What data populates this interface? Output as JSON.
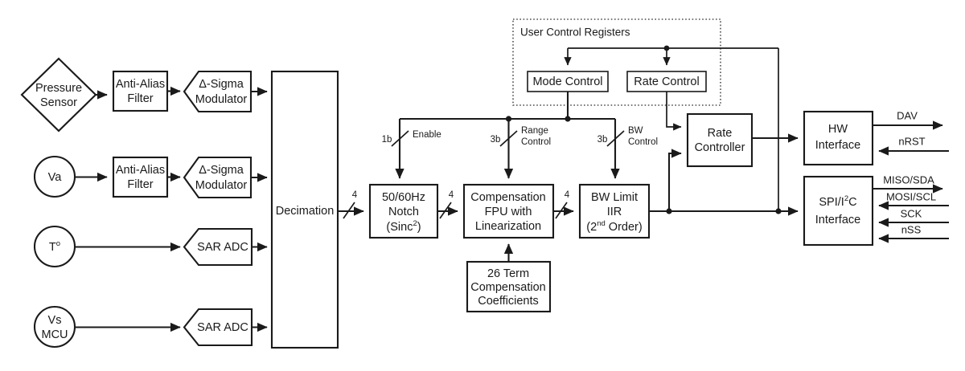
{
  "diagram": {
    "title": "Sensor signal conditioning block diagram",
    "colors": {
      "line": "#1a1a1a",
      "box_fill": "#ffffff",
      "group_border": "#4d4d4d",
      "background": "#ffffff"
    }
  },
  "sources": {
    "pressure_sensor": {
      "line1": "Pressure",
      "line2": "Sensor",
      "shape": "diamond"
    },
    "va": {
      "line1": "Va",
      "shape": "circle"
    },
    "temp": {
      "line1": "T",
      "sup": "o",
      "shape": "circle"
    },
    "vs_mcu": {
      "line1": "Vs",
      "line2": "MCU",
      "shape": "circle"
    }
  },
  "front_end": {
    "anti_alias_1": {
      "line1": "Anti-Alias",
      "line2": "Filter"
    },
    "anti_alias_2": {
      "line1": "Anti-Alias",
      "line2": "Filter"
    },
    "mod_1": {
      "line1": "Δ-Sigma",
      "line2": "Modulator"
    },
    "mod_2": {
      "line1": "Δ-Sigma",
      "line2": "Modulator"
    },
    "sar_adc_1": {
      "line1": "SAR ADC"
    },
    "sar_adc_2": {
      "line1": "SAR ADC"
    }
  },
  "pipeline": {
    "decimation": {
      "label": "Decimation"
    },
    "notch": {
      "line1": "50/60Hz",
      "line2": "Notch",
      "line3": "(Sinc",
      "line3_sup": "2",
      "line3_end": ")"
    },
    "compensation": {
      "line1": "Compensation",
      "line2": "FPU with",
      "line3": "Linearization"
    },
    "coefficients": {
      "line1": "26 Term",
      "line2": "Compensation",
      "line3": "Coefficients"
    },
    "bw_limit": {
      "line1": "BW Limit",
      "line2": "IIR",
      "line3a": "(2",
      "line3_sup": "nd",
      "line3b": " Order)"
    }
  },
  "control": {
    "group_label": "User Control Registers",
    "mode_control": {
      "label": "Mode Control"
    },
    "rate_control": {
      "label": "Rate Control"
    },
    "rate_controller": {
      "line1": "Rate",
      "line2": "Controller"
    }
  },
  "control_taps": [
    {
      "width": "1b",
      "name_line1": "Enable",
      "name_line2": ""
    },
    {
      "width": "3b",
      "name_line1": "Range",
      "name_line2": "Control"
    },
    {
      "width": "3b",
      "name_line1": "BW",
      "name_line2": "Control"
    }
  ],
  "bus_widths": {
    "decimation_out": "4",
    "notch_out": "4",
    "comp_out": "4"
  },
  "interfaces": {
    "hw": {
      "line1": "HW",
      "line2": "Interface"
    },
    "spi": {
      "line1a": "SPI/I",
      "sup": "2",
      "line1b": "C",
      "line2": "Interface"
    }
  },
  "pins": {
    "hw": [
      {
        "name": "DAV",
        "direction": "out"
      },
      {
        "name": "nRST",
        "direction": "in"
      }
    ],
    "spi": [
      {
        "name": "MISO/SDA",
        "direction": "out"
      },
      {
        "name": "MOSI/SCL",
        "direction": "in"
      },
      {
        "name": "SCK",
        "direction": "in"
      },
      {
        "name": "nSS",
        "direction": "in"
      }
    ]
  }
}
